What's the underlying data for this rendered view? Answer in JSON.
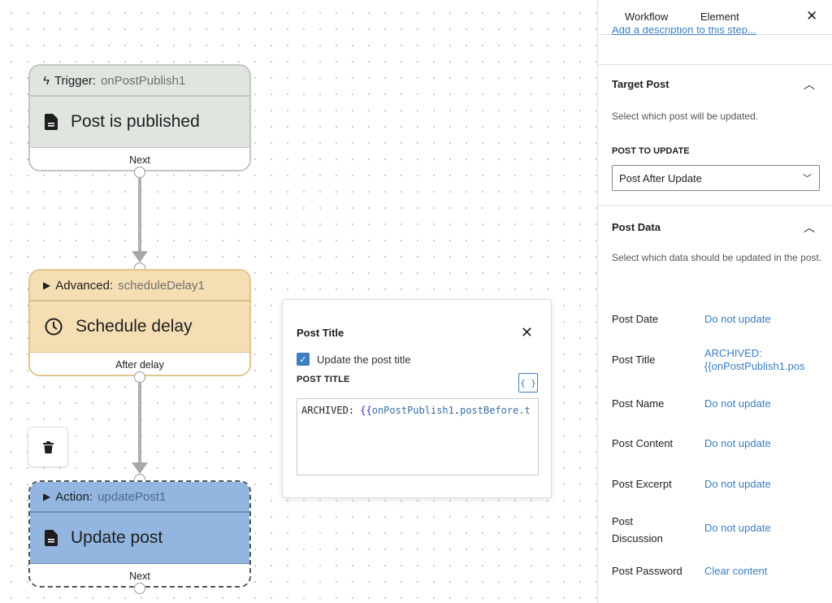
{
  "canvas": {
    "trigger": {
      "prefix": "Trigger:",
      "id": "onPostPublish1",
      "title": "Post is published",
      "footer": "Next"
    },
    "advanced": {
      "prefix": "Advanced:",
      "id": "scheduleDelay1",
      "title": "Schedule delay",
      "footer": "After delay"
    },
    "action": {
      "prefix": "Action:",
      "id": "updatePost1",
      "title": "Update post",
      "footer": "Next"
    }
  },
  "popup": {
    "title": "Post Title",
    "checkbox_label": "Update the post title",
    "checked": true,
    "field_label": "POST TITLE",
    "variable_button": "{ }",
    "code_prefix": "ARCHIVED:",
    "code_var_open": "{{",
    "code_var": "onPostPublish1",
    "code_dot": ".",
    "code_prop": "postBefore.t"
  },
  "sidebar": {
    "tabs": [
      "Workflow",
      "Element"
    ],
    "description_link": "Add a description to this step...",
    "target": {
      "title": "Target Post",
      "help": "Select which post will be updated.",
      "label": "POST TO UPDATE",
      "value": "Post After Update"
    },
    "data": {
      "title": "Post Data",
      "help": "Select which data should be updated in the post.",
      "rows": [
        {
          "label": "Post Date",
          "value": "Do not update"
        },
        {
          "label": "Post Title",
          "value": "ARCHIVED: {{onPostPublish1.pos"
        },
        {
          "label": "Post Name",
          "value": "Do not update"
        },
        {
          "label": "Post Content",
          "value": "Do not update"
        },
        {
          "label": "Post Excerpt",
          "value": "Do not update"
        },
        {
          "label": "Post Discussion",
          "value": "Do not update"
        },
        {
          "label": "Post Password",
          "value": "Clear content"
        }
      ]
    }
  },
  "colors": {
    "accent": "#3c7ec0",
    "trigger": "#dfe5df",
    "advanced": "#f5deb3",
    "action": "#92b6e0"
  }
}
